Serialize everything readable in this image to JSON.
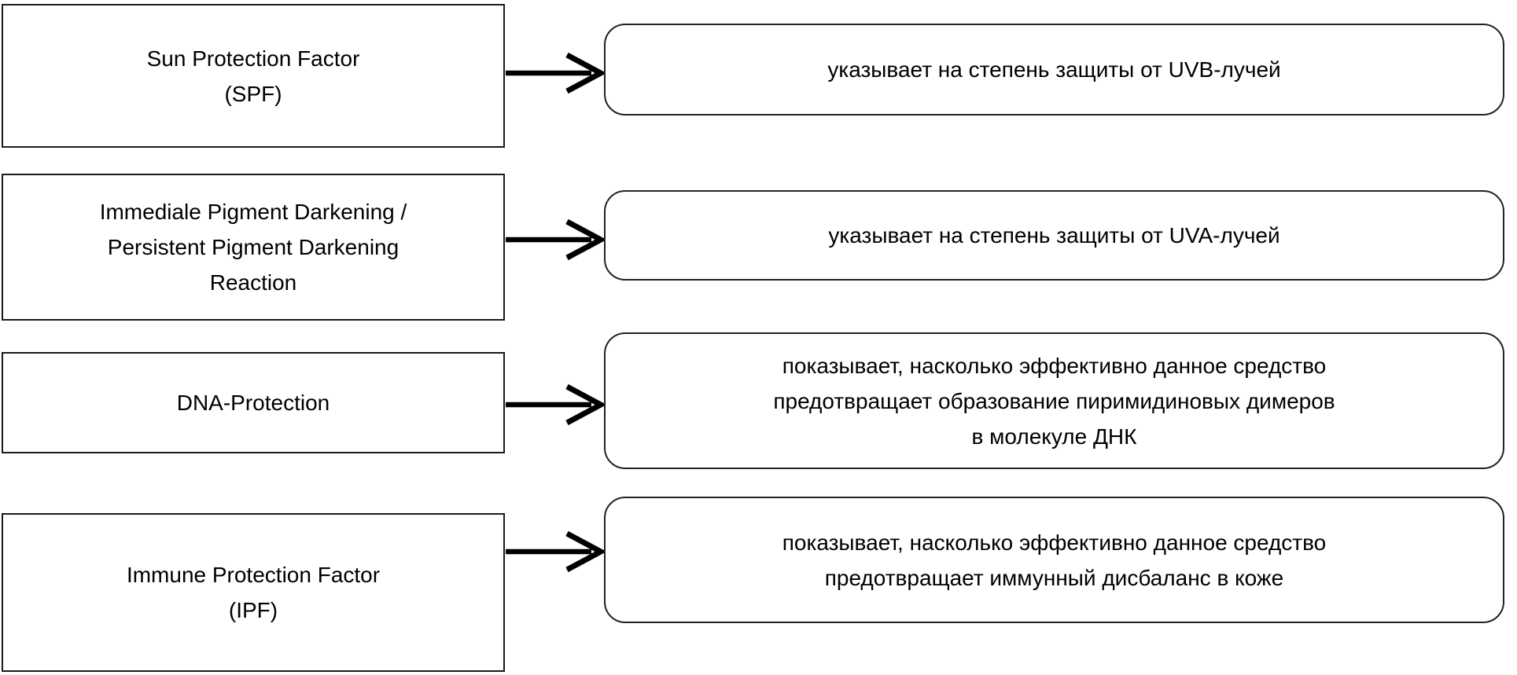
{
  "diagram": {
    "title": "Sun protection factors diagram",
    "colors": {
      "background": "#ffffff",
      "box_border": "#1a1a1a",
      "text": "#000000",
      "arrow": "#000000"
    },
    "rows": [
      {
        "term": "Sun Protection Factor\n(SPF)",
        "definition": "указывает на степень защиты от UVB-лучей"
      },
      {
        "term": "Immediale Pigment Darkening /\nPersistent Pigment Darkening\nReaction",
        "definition": "указывает на степень защиты от UVA-лучей"
      },
      {
        "term": "DNA-Protection",
        "definition": "показывает, насколько эффективно данное средство\nпредотвращает образование пиримидиновых димеров\nв молекуле ДНК"
      },
      {
        "term": "Immune Protection Factor\n(IPF)",
        "definition": "показывает, насколько эффективно данное средство\nпредотвращает иммунный дисбаланс в коже"
      }
    ]
  }
}
